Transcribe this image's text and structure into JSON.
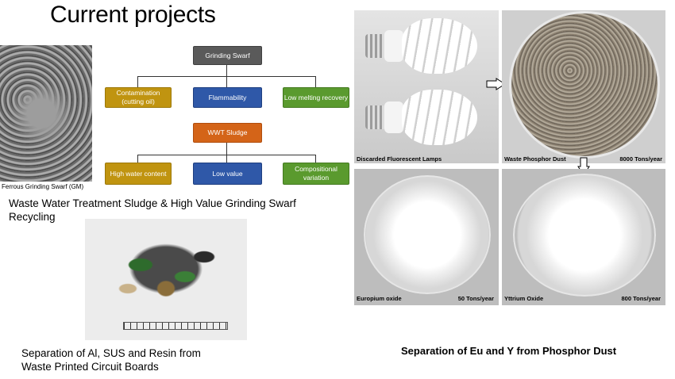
{
  "title": "Current projects",
  "swarf_caption": "Ferrous Grinding Swarf (GM)",
  "flow": {
    "top1": "Grinding Swarf",
    "row1": [
      "Contamination (cutting oil)",
      "Flammability",
      "Low melting recovery"
    ],
    "top2": "WWT Sludge",
    "row2": [
      "High water content",
      "Low value",
      "Compositional variation"
    ]
  },
  "wwt_caption": "Waste Water Treatment Sludge & High Value Grinding Swarf Recycling",
  "pcb_caption": "Separation of Al, SUS and Resin from Waste Printed Circuit Boards",
  "photos": {
    "lamps": "Discarded Fluorescent Lamps",
    "dust": "Waste Phosphor Dust",
    "dust_qty": "8000 Tons/year",
    "eu": "Europium oxide",
    "eu_qty": "50 Tons/year",
    "y": "Yttrium Oxide",
    "y_qty": "800 Tons/year"
  },
  "phosphor_caption": "Separation of Eu and Y from Phosphor Dust"
}
